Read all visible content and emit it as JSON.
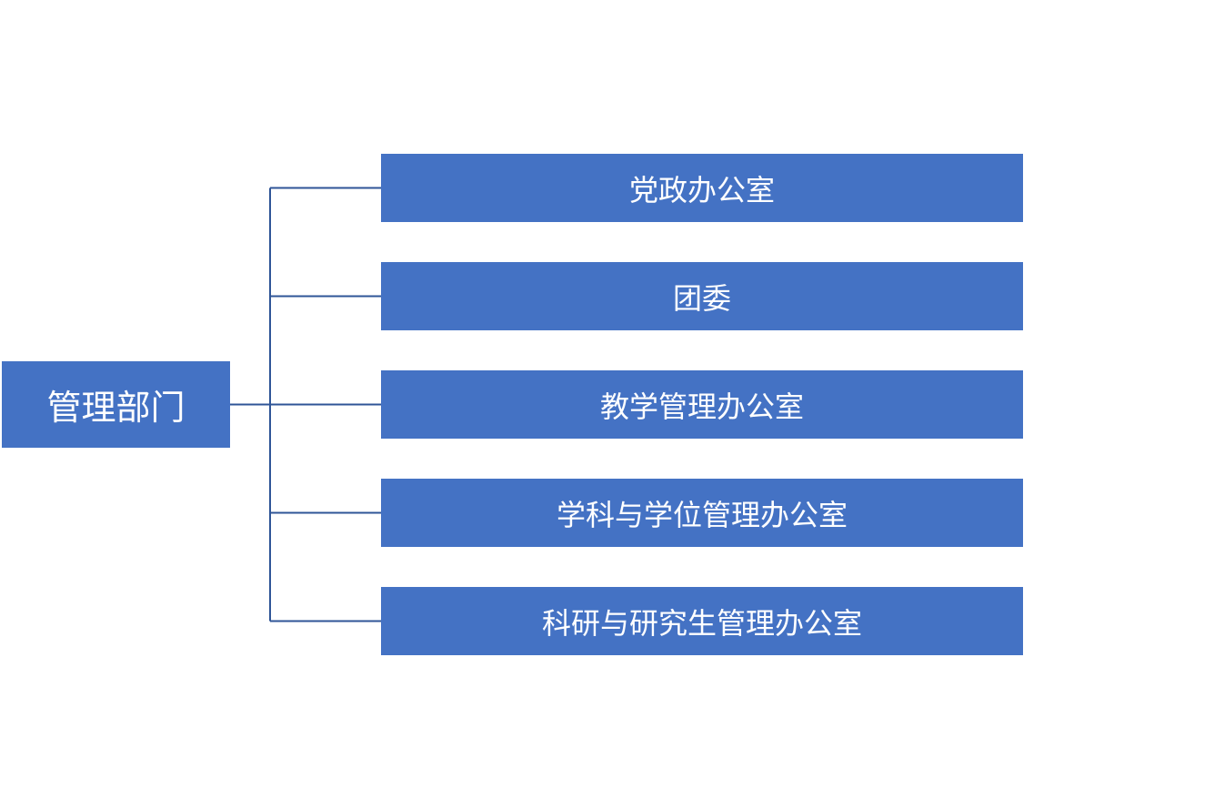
{
  "diagram": {
    "root": {
      "label": "管理部门"
    },
    "children": [
      {
        "label": "党政办公室"
      },
      {
        "label": "团委"
      },
      {
        "label": "教学管理办公室"
      },
      {
        "label": "学科与学位管理办公室"
      },
      {
        "label": "科研与研究生管理办公室"
      }
    ]
  },
  "colors": {
    "box_fill": "#4472c4",
    "box_text": "#ffffff",
    "connector": "#2f5597",
    "background": "#ffffff"
  }
}
